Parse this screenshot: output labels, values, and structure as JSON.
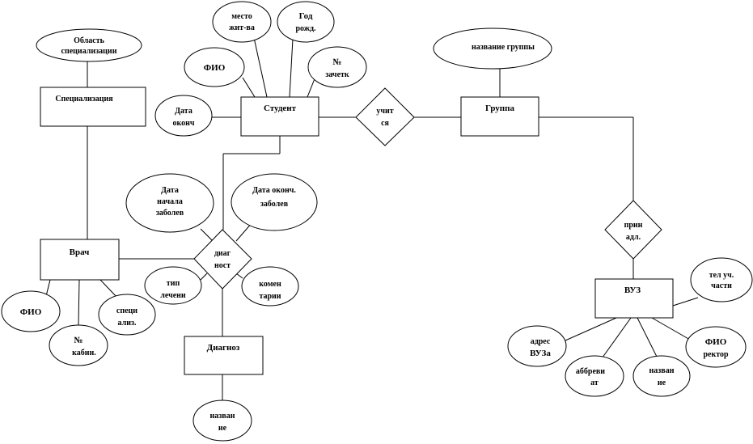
{
  "diagram": {
    "entities": {
      "specialization": "Специализация",
      "student": "Студент",
      "group": "Группа",
      "doctor": "Врач",
      "diagnosis": "Диагноз",
      "university": "ВУЗ"
    },
    "relationships": {
      "studies": [
        "учит",
        "ся"
      ],
      "diagnosis_rel": [
        "диаг",
        "ност"
      ],
      "belongs": [
        "прин",
        "адл."
      ]
    },
    "attributes": {
      "spec_area": [
        "Область",
        "специализации"
      ],
      "student_birthplace": [
        "место",
        "жит-ва"
      ],
      "student_birthyear": [
        "Год",
        "рожд."
      ],
      "student_fio": [
        "ФИО"
      ],
      "student_record_no": [
        "№",
        "зачетк"
      ],
      "student_grad_date": [
        "Дата",
        "оконч"
      ],
      "group_name": [
        "название группы"
      ],
      "ill_start": [
        "Дата",
        "начала",
        "заболев"
      ],
      "ill_end": [
        "Дата оконч.",
        "заболев"
      ],
      "treatment_type": [
        "тип",
        "лечени"
      ],
      "comments": [
        "комен",
        "тарии"
      ],
      "doctor_fio": [
        "ФИО"
      ],
      "doctor_cabinet": [
        "№",
        "кабин."
      ],
      "doctor_spec": [
        "специ",
        "ализ."
      ],
      "diagnosis_name": [
        "назван",
        "ие"
      ],
      "univ_phone": [
        "тел уч.",
        "части"
      ],
      "univ_address": [
        "адрес",
        "ВУЗа"
      ],
      "univ_abbrev": [
        "аббреви",
        "ат"
      ],
      "univ_name": [
        "назван",
        "ие"
      ],
      "univ_rector": [
        "ФИО",
        "ректор"
      ]
    }
  }
}
